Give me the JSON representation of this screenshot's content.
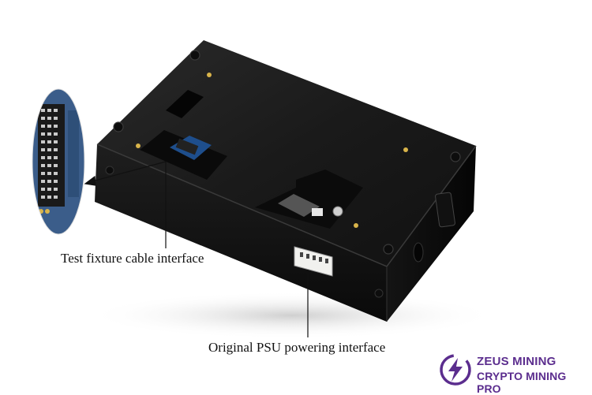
{
  "labels": {
    "test_fixture": "Test fixture cable interface",
    "psu": "Original PSU powering interface"
  },
  "brand": {
    "line1": "ZEUS MINING",
    "line2": "CRYPTO MINING PRO",
    "color": "#5b2d8e",
    "icon": "lightning-bolt-icon"
  }
}
